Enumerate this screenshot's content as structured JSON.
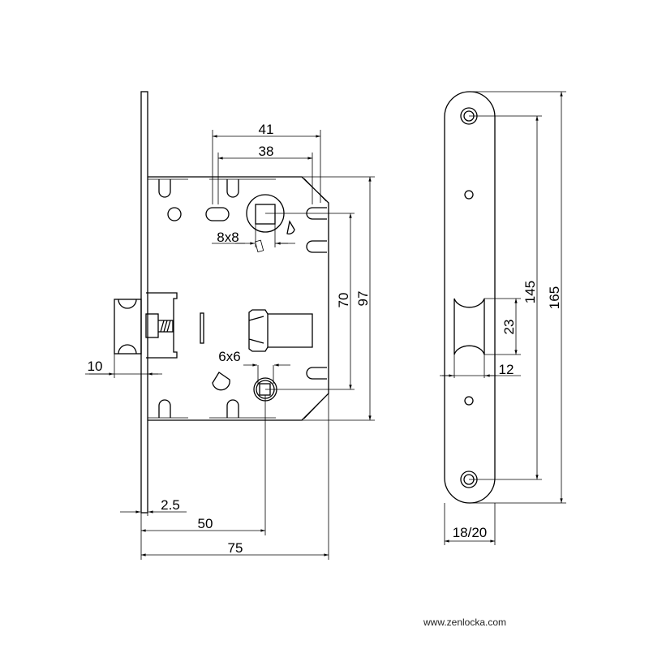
{
  "lock_body": {
    "dimensions": {
      "width_outer": "41",
      "width_inner": "38",
      "spindle_square": "8x8",
      "cylinder_square": "6x6",
      "center_distance": "70",
      "body_height": "97",
      "latch_projection": "10",
      "faceplate_thickness": "2.5",
      "backset": "50",
      "body_depth": "75"
    }
  },
  "strike_plate": {
    "dimensions": {
      "total_height": "165",
      "hole_distance": "145",
      "opening_height": "23",
      "opening_width": "12",
      "plate_width": "18/20"
    }
  },
  "footer": {
    "website": "www.zenlocka.com"
  }
}
